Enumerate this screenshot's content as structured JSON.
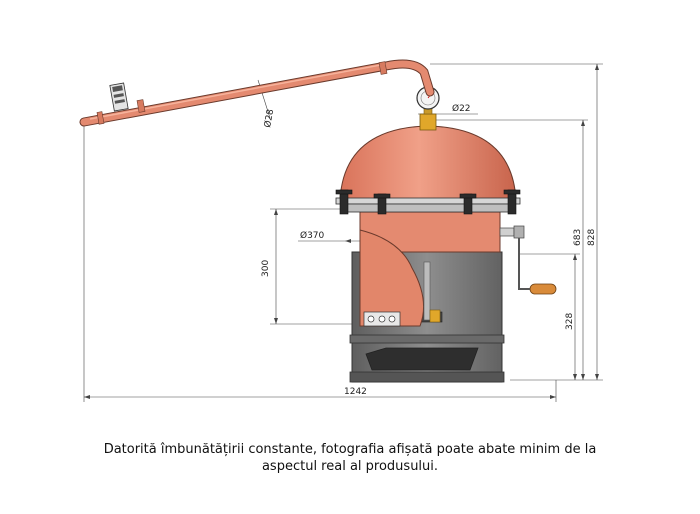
{
  "diagram": {
    "dimensions": {
      "pipe_diameter": "Ø28",
      "outlet_diameter": "Ø22",
      "vessel_diameter": "Ø370",
      "vessel_height": "300",
      "firebox_height": "328",
      "dome_height": "683",
      "total_height": "828",
      "total_width": "1242"
    },
    "colors": {
      "copper": "#e2866a",
      "copper_dark": "#c0604a",
      "steel": "#7f7f7f",
      "steel_dark": "#5a5a5a",
      "wood": "#d98b3a",
      "brass": "#e0a72a"
    }
  },
  "caption": {
    "line1": "Datorită îmbunătățirii constante, fotografia afișată poate abate minim de la",
    "line2": "aspectul real al produsului."
  }
}
